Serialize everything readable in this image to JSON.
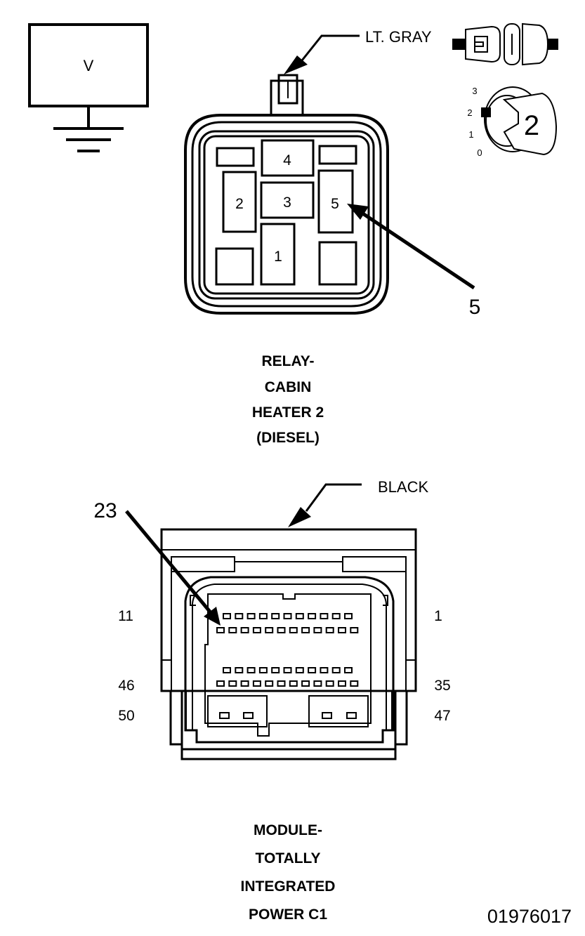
{
  "symbol": {
    "label": "V"
  },
  "relay": {
    "wire_color": "LT. GRAY",
    "cavities": [
      "4",
      "2",
      "3",
      "5",
      "1"
    ],
    "callout": "5",
    "caption": [
      "RELAY-",
      "CABIN",
      "HEATER 2",
      "(DIESEL)"
    ]
  },
  "key": {
    "positions": [
      "3",
      "2",
      "1",
      "0"
    ],
    "number": "2"
  },
  "module": {
    "wire_color": "BLACK",
    "callout": "23",
    "pins": {
      "top_left": "11",
      "top_right": "1",
      "mid_left": "46",
      "mid_right": "35",
      "bot_left": "50",
      "bot_right": "47"
    },
    "caption": [
      "MODULE-",
      "TOTALLY",
      "INTEGRATED",
      "POWER C1"
    ]
  },
  "figure_id": "01976017",
  "colors": {
    "ink": "#000000",
    "background": "#ffffff"
  }
}
